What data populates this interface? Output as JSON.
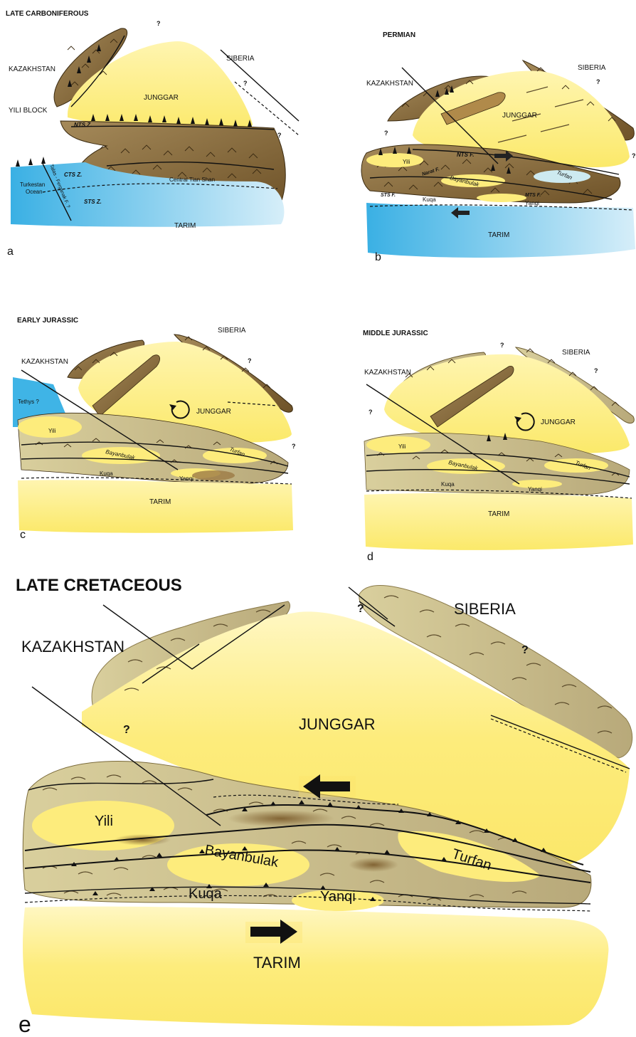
{
  "panels": {
    "a": {
      "title": "LATE CARBONIFEROUS",
      "letter": "a",
      "labels": {
        "kazakhstan": "KAZAKHSTAN",
        "siberia": "SIBERIA",
        "junggar": "JUNGGAR",
        "yili_block": "YILI BLOCK",
        "nts": "NTS Z.",
        "cts": "CTS Z.",
        "sts": "STS Z.",
        "central": "Central Tian Shan",
        "turkestan1": "Turkestan",
        "turkestan2": "Ocean",
        "talas": "Talas - Ferganak F. ?",
        "tarim": "TARIM",
        "q": "?"
      }
    },
    "b": {
      "title": "PERMIAN",
      "letter": "b",
      "labels": {
        "kazakhstan": "KAZAKHSTAN",
        "siberia": "SIBERIA",
        "junggar": "JUNGGAR",
        "yili": "Yili",
        "nts": "NTS F.",
        "narat": "Narat F.",
        "bayanbulak": "Bayanbulak",
        "mts": "MTS F.",
        "sts": "STS F.",
        "turfan": "Turfan",
        "kuqa": "Kuqa",
        "yanqi": "Yanqi",
        "tarim": "TARIM",
        "q": "?"
      }
    },
    "c": {
      "title": "EARLY JURASSIC",
      "letter": "c",
      "labels": {
        "kazakhstan": "KAZAKHSTAN",
        "siberia": "SIBERIA",
        "junggar": "JUNGGAR",
        "tethys": "Tethys ?",
        "yili": "Yili",
        "bayanbulak": "Bayanbulak",
        "turfan": "Turfan",
        "kuqa": "Kuqa",
        "yanqi": "Yanqi",
        "tarim": "TARIM",
        "q": "?"
      }
    },
    "d": {
      "title": "MIDDLE JURASSIC",
      "letter": "d",
      "labels": {
        "kazakhstan": "KAZAKHSTAN",
        "siberia": "SIBERIA",
        "junggar": "JUNGGAR",
        "yili": "Yili",
        "bayanbulak": "Bayanbulak",
        "turfan": "Turfan",
        "kuqa": "Kuqa",
        "yanqi": "Yanqi",
        "tarim": "TARIM",
        "q": "?"
      }
    },
    "e": {
      "title": "LATE CRETACEOUS",
      "letter": "e",
      "labels": {
        "kazakhstan": "KAZAKHSTAN",
        "siberia": "SIBERIA",
        "junggar": "JUNGGAR",
        "yili": "Yili",
        "bayanbulak": "Bayanbulak",
        "turfan": "Turfan",
        "kuqa": "Kuqa",
        "yanqi": "Yanqi",
        "tarim": "TARIM",
        "q": "?"
      }
    }
  },
  "colors": {
    "block_yellow": "#fbec7d",
    "orogen_brown": "#8a6b3a",
    "orogen_light": "#cdbf8e",
    "ocean_blue": "#3fb4e6",
    "arrow": "#111111"
  },
  "icons": {
    "arrow_left": "arrow-left-icon",
    "arrow_right": "arrow-right-icon",
    "rotation": "rotation-arrow-icon",
    "volcano": "volcano-icon"
  }
}
